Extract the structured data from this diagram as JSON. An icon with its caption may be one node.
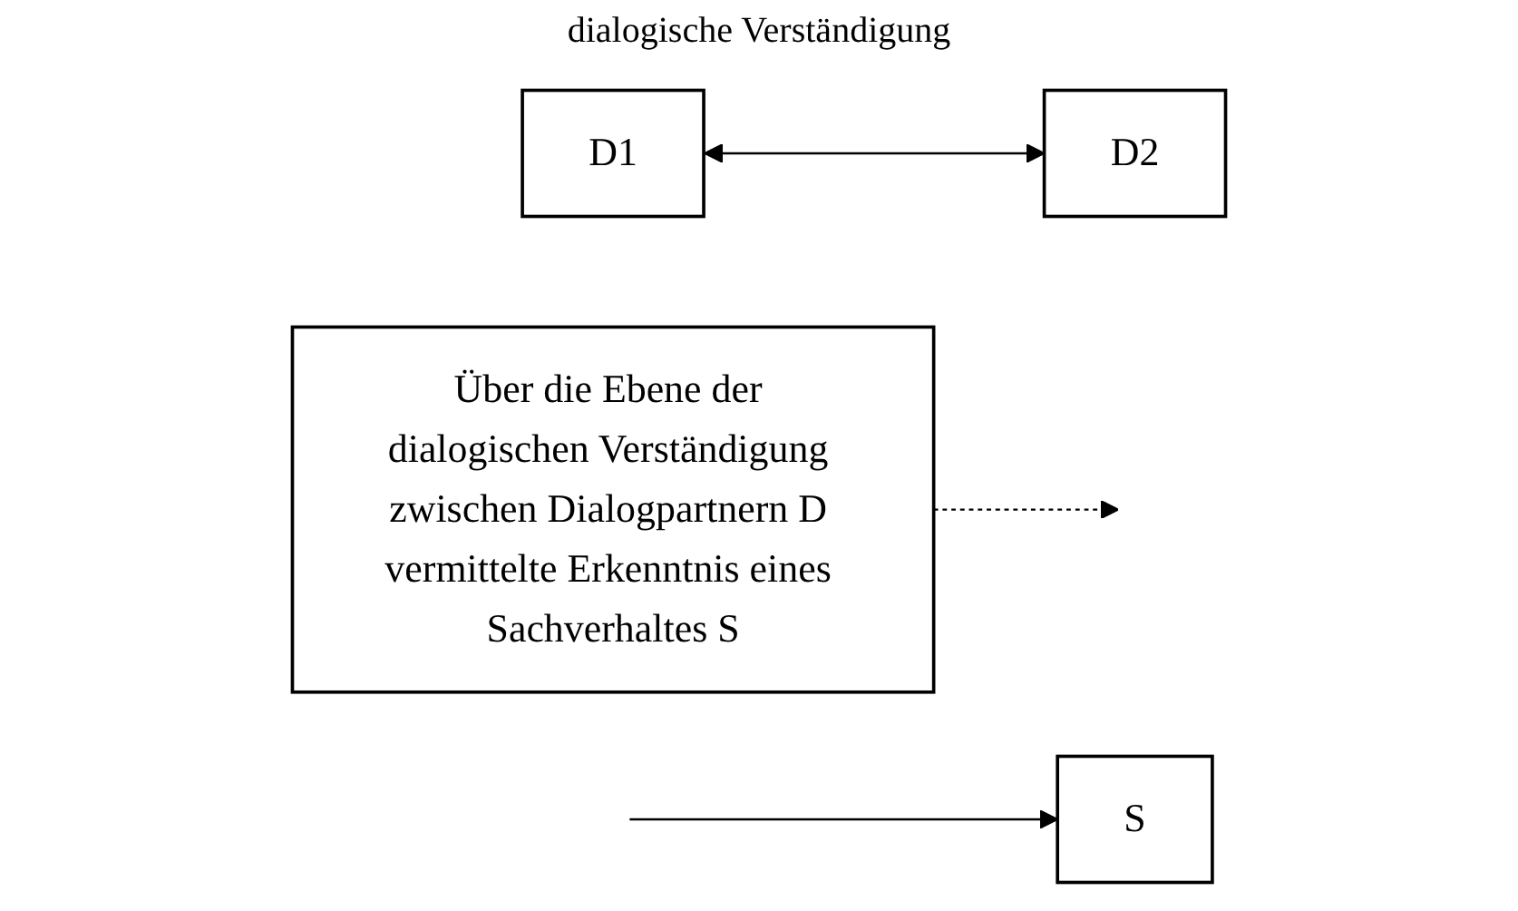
{
  "diagram": {
    "nodes": [
      {
        "text": [
          "D1"
        ]
      },
      {
        "text": [
          "D2"
        ]
      },
      {
        "text": [
          "Über die Ebene der dialogischen Verständigung zwischen Dialogpartnern D vermittelte Erkenntnis eines Sachverhaltes S"
        ]
      },
      {
        "text": [
          "S"
        ]
      }
    ],
    "edges": [
      {
        "from": 0,
        "to": 1,
        "arrow": "both"
      },
      {
        "from": null,
        "to": 3,
        "arrow": "to"
      },
      {
        "from": 2,
        "to": null,
        "arrow": "to",
        "style": "dashed"
      }
    ],
    "labels": [
      "dialogische Verständigung"
    ]
  }
}
